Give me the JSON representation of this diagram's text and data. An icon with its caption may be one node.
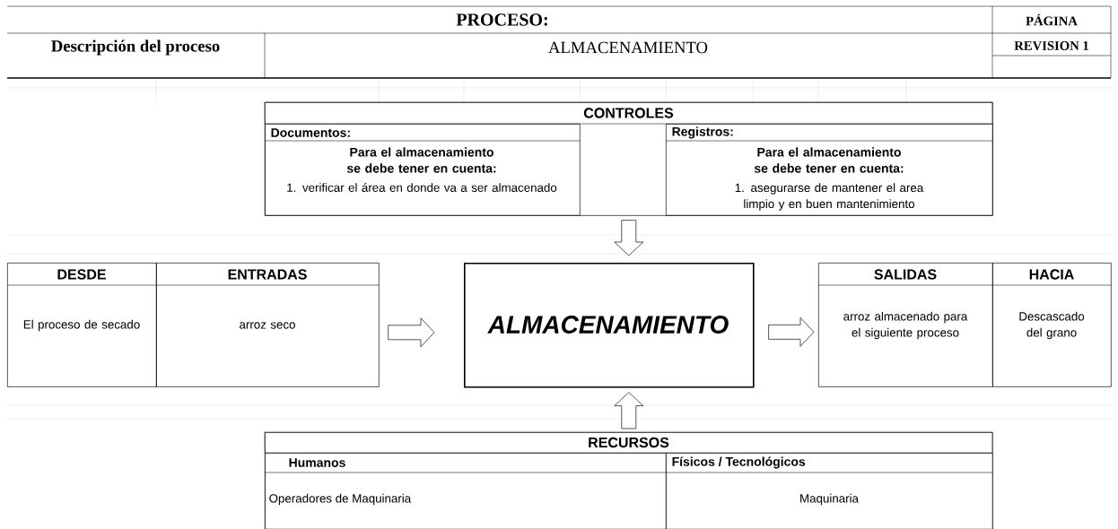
{
  "diagram": {
    "nodes": [
      {
        "text": [
          "CONTROLES"
        ]
      },
      {
        "text": [
          "Documentos:",
          "Para el almacenamiento se debe tener en cuenta:",
          "1. verificar el área en donde va a ser almacenado"
        ],
        "in": 0
      },
      {
        "text": [
          "Registros:",
          "Para el almacenamiento se debe tener en cuenta:",
          "1. asegurarse de mantener el area limpio y en buen mantenimiento"
        ],
        "in": 0
      },
      {
        "text": [
          "DESDE",
          "El proceso de secado"
        ]
      },
      {
        "text": [
          "ENTRADAS",
          "arroz seco"
        ]
      },
      {
        "text": [
          "ALMACENAMIENTO"
        ]
      },
      {
        "text": [
          "SALIDAS",
          "arroz almacenado para el siguiente proceso"
        ]
      },
      {
        "text": [
          "HACIA",
          "Descascado del grano"
        ]
      },
      {
        "text": [
          "RECURSOS"
        ]
      },
      {
        "text": [
          "Humanos",
          "Operadores de Maquinaria"
        ],
        "in": 8
      },
      {
        "text": [
          "Físicos / Tecnológicos",
          "Maquinaria"
        ],
        "in": 8
      }
    ],
    "edges": [
      {
        "from": 0,
        "to": 5,
        "arrow": "to"
      },
      {
        "from": 4,
        "to": 5,
        "arrow": "to"
      },
      {
        "from": 5,
        "to": 6,
        "arrow": "to"
      },
      {
        "from": 8,
        "to": 5,
        "arrow": "to"
      }
    ],
    "labels": [
      "PROCESO:",
      "PÁGINA",
      "Descripción del proceso",
      "ALMACENAMIENTO",
      "REVISION 1"
    ]
  }
}
